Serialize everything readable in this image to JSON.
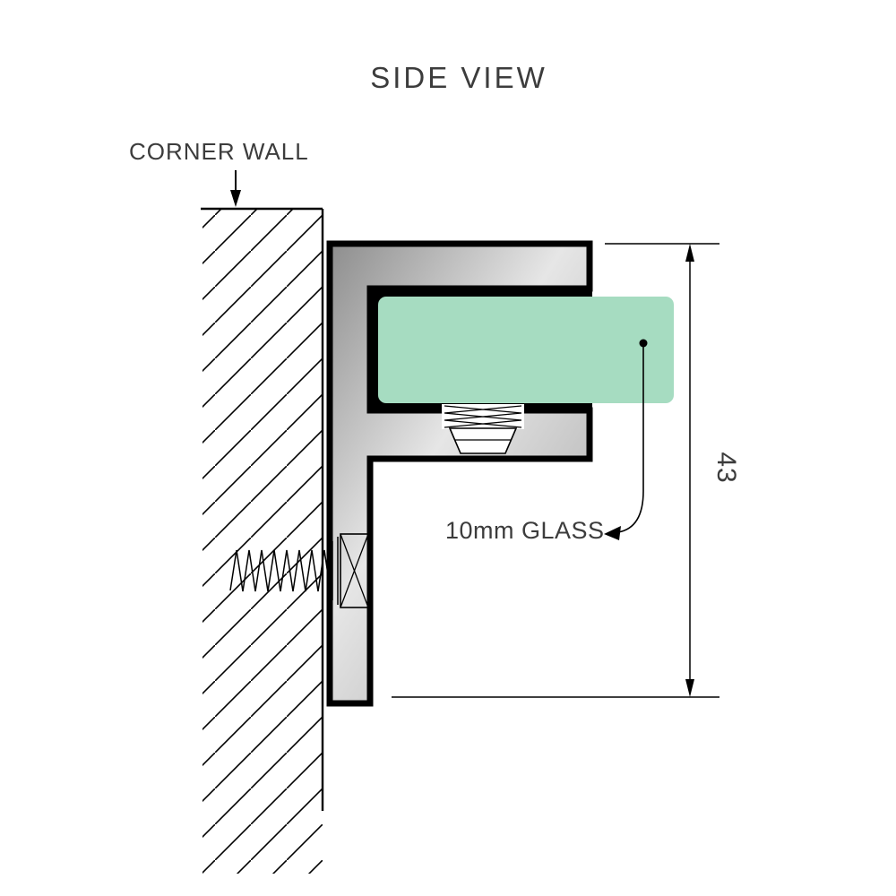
{
  "title": "SIDE VIEW",
  "labels": {
    "corner_wall": "CORNER WALL",
    "glass": "10mm GLASS",
    "dimension": "43"
  },
  "colors": {
    "glass": "#a6dcc1",
    "outline": "#000000",
    "text": "#3c3c3c",
    "metal_dark": "#8d8d8d",
    "metal_light": "#e6e6e6"
  },
  "drawing": {
    "view": "side",
    "glass_thickness_label": "10mm",
    "height_dimension": "43",
    "components": [
      "corner wall with hatching",
      "wall-mounted glass clamp bracket",
      "glass panel",
      "fixing screw",
      "grub screw",
      "vertical height dimension"
    ]
  }
}
